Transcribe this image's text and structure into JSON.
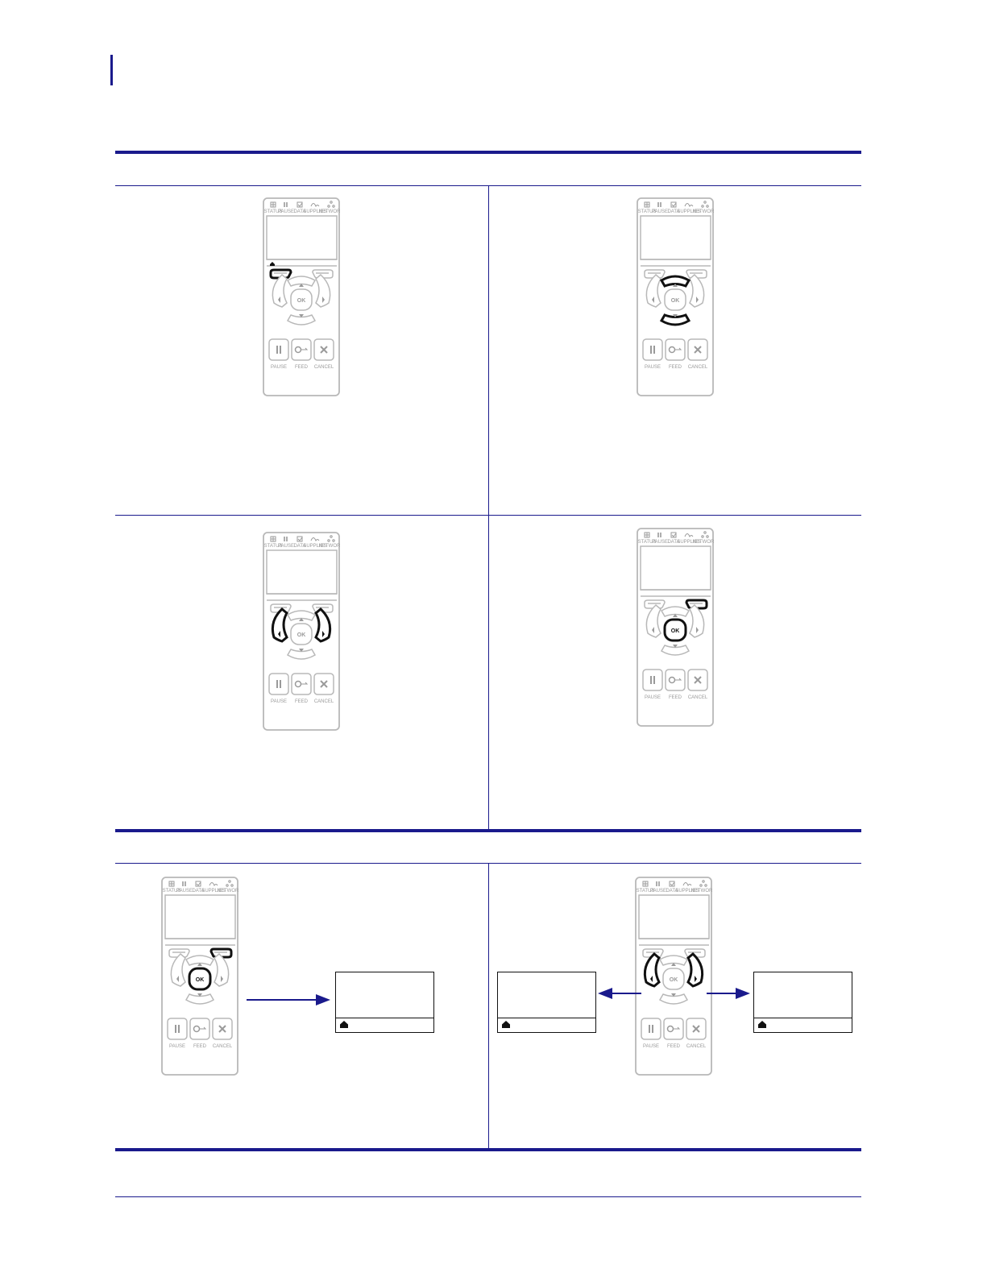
{
  "panel_labels": {
    "indicators": [
      "STATUS",
      "PAUSE",
      "DATA",
      "SUPPLIES",
      "NETWORK"
    ],
    "ok": "OK",
    "buttons": [
      "PAUSE",
      "FEED",
      "CANCEL"
    ]
  },
  "icons": [
    "home-icon",
    "left-arrow-icon",
    "right-arrow-icon",
    "up-arrow-icon",
    "down-arrow-icon",
    "pause-icon",
    "feed-icon",
    "cancel-icon"
  ],
  "colors": {
    "rule": "#1a1a8c",
    "panel_outline": "#b8b8b8",
    "highlight": "#111111",
    "arrow": "#1a1a8c"
  }
}
